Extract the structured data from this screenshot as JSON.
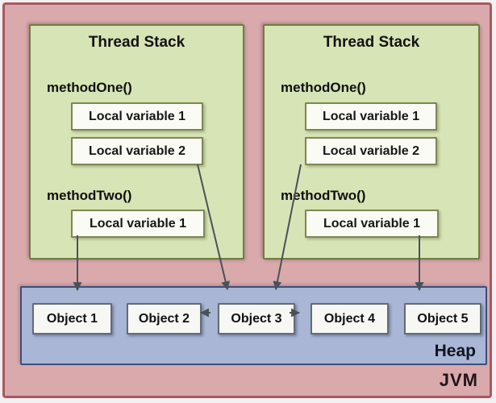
{
  "diagram_title": "JVM memory model: thread stacks and heap",
  "jvm": {
    "label": "JVM"
  },
  "stacks": [
    {
      "title": "Thread Stack",
      "frames": [
        {
          "name": "methodOne()",
          "vars": [
            "Local variable 1",
            "Local variable 2"
          ]
        },
        {
          "name": "methodTwo()",
          "vars": [
            "Local variable 1"
          ]
        }
      ]
    },
    {
      "title": "Thread Stack",
      "frames": [
        {
          "name": "methodOne()",
          "vars": [
            "Local variable 1",
            "Local variable 2"
          ]
        },
        {
          "name": "methodTwo()",
          "vars": [
            "Local variable 1"
          ]
        }
      ]
    }
  ],
  "heap": {
    "label": "Heap",
    "objects": [
      {
        "label": "Object 1"
      },
      {
        "label": "Object 2"
      },
      {
        "label": "Object 3"
      },
      {
        "label": "Object 4"
      },
      {
        "label": "Object 5"
      }
    ]
  },
  "edges": [
    {
      "from": "stack1.methodTwo.local-variable-1",
      "to": "heap.object-1"
    },
    {
      "from": "stack1.methodOne.local-variable-2",
      "to": "heap.object-3"
    },
    {
      "from": "stack2.methodOne.local-variable-2",
      "to": "heap.object-3"
    },
    {
      "from": "stack2.methodTwo.local-variable-1",
      "to": "heap.object-5"
    },
    {
      "from": "heap.object-3",
      "to": "heap.object-2"
    },
    {
      "from": "heap.object-3",
      "to": "heap.object-4"
    }
  ],
  "colors": {
    "jvm_fill": "#d9a9ac",
    "jvm_border": "#a55a60",
    "stack_fill": "#d7e4b6",
    "stack_border": "#6e7d40",
    "heap_fill": "#a9b6d5",
    "heap_border": "#3f4e7c",
    "box_fill": "#fbfbf6",
    "arrow": "#4b5158"
  }
}
